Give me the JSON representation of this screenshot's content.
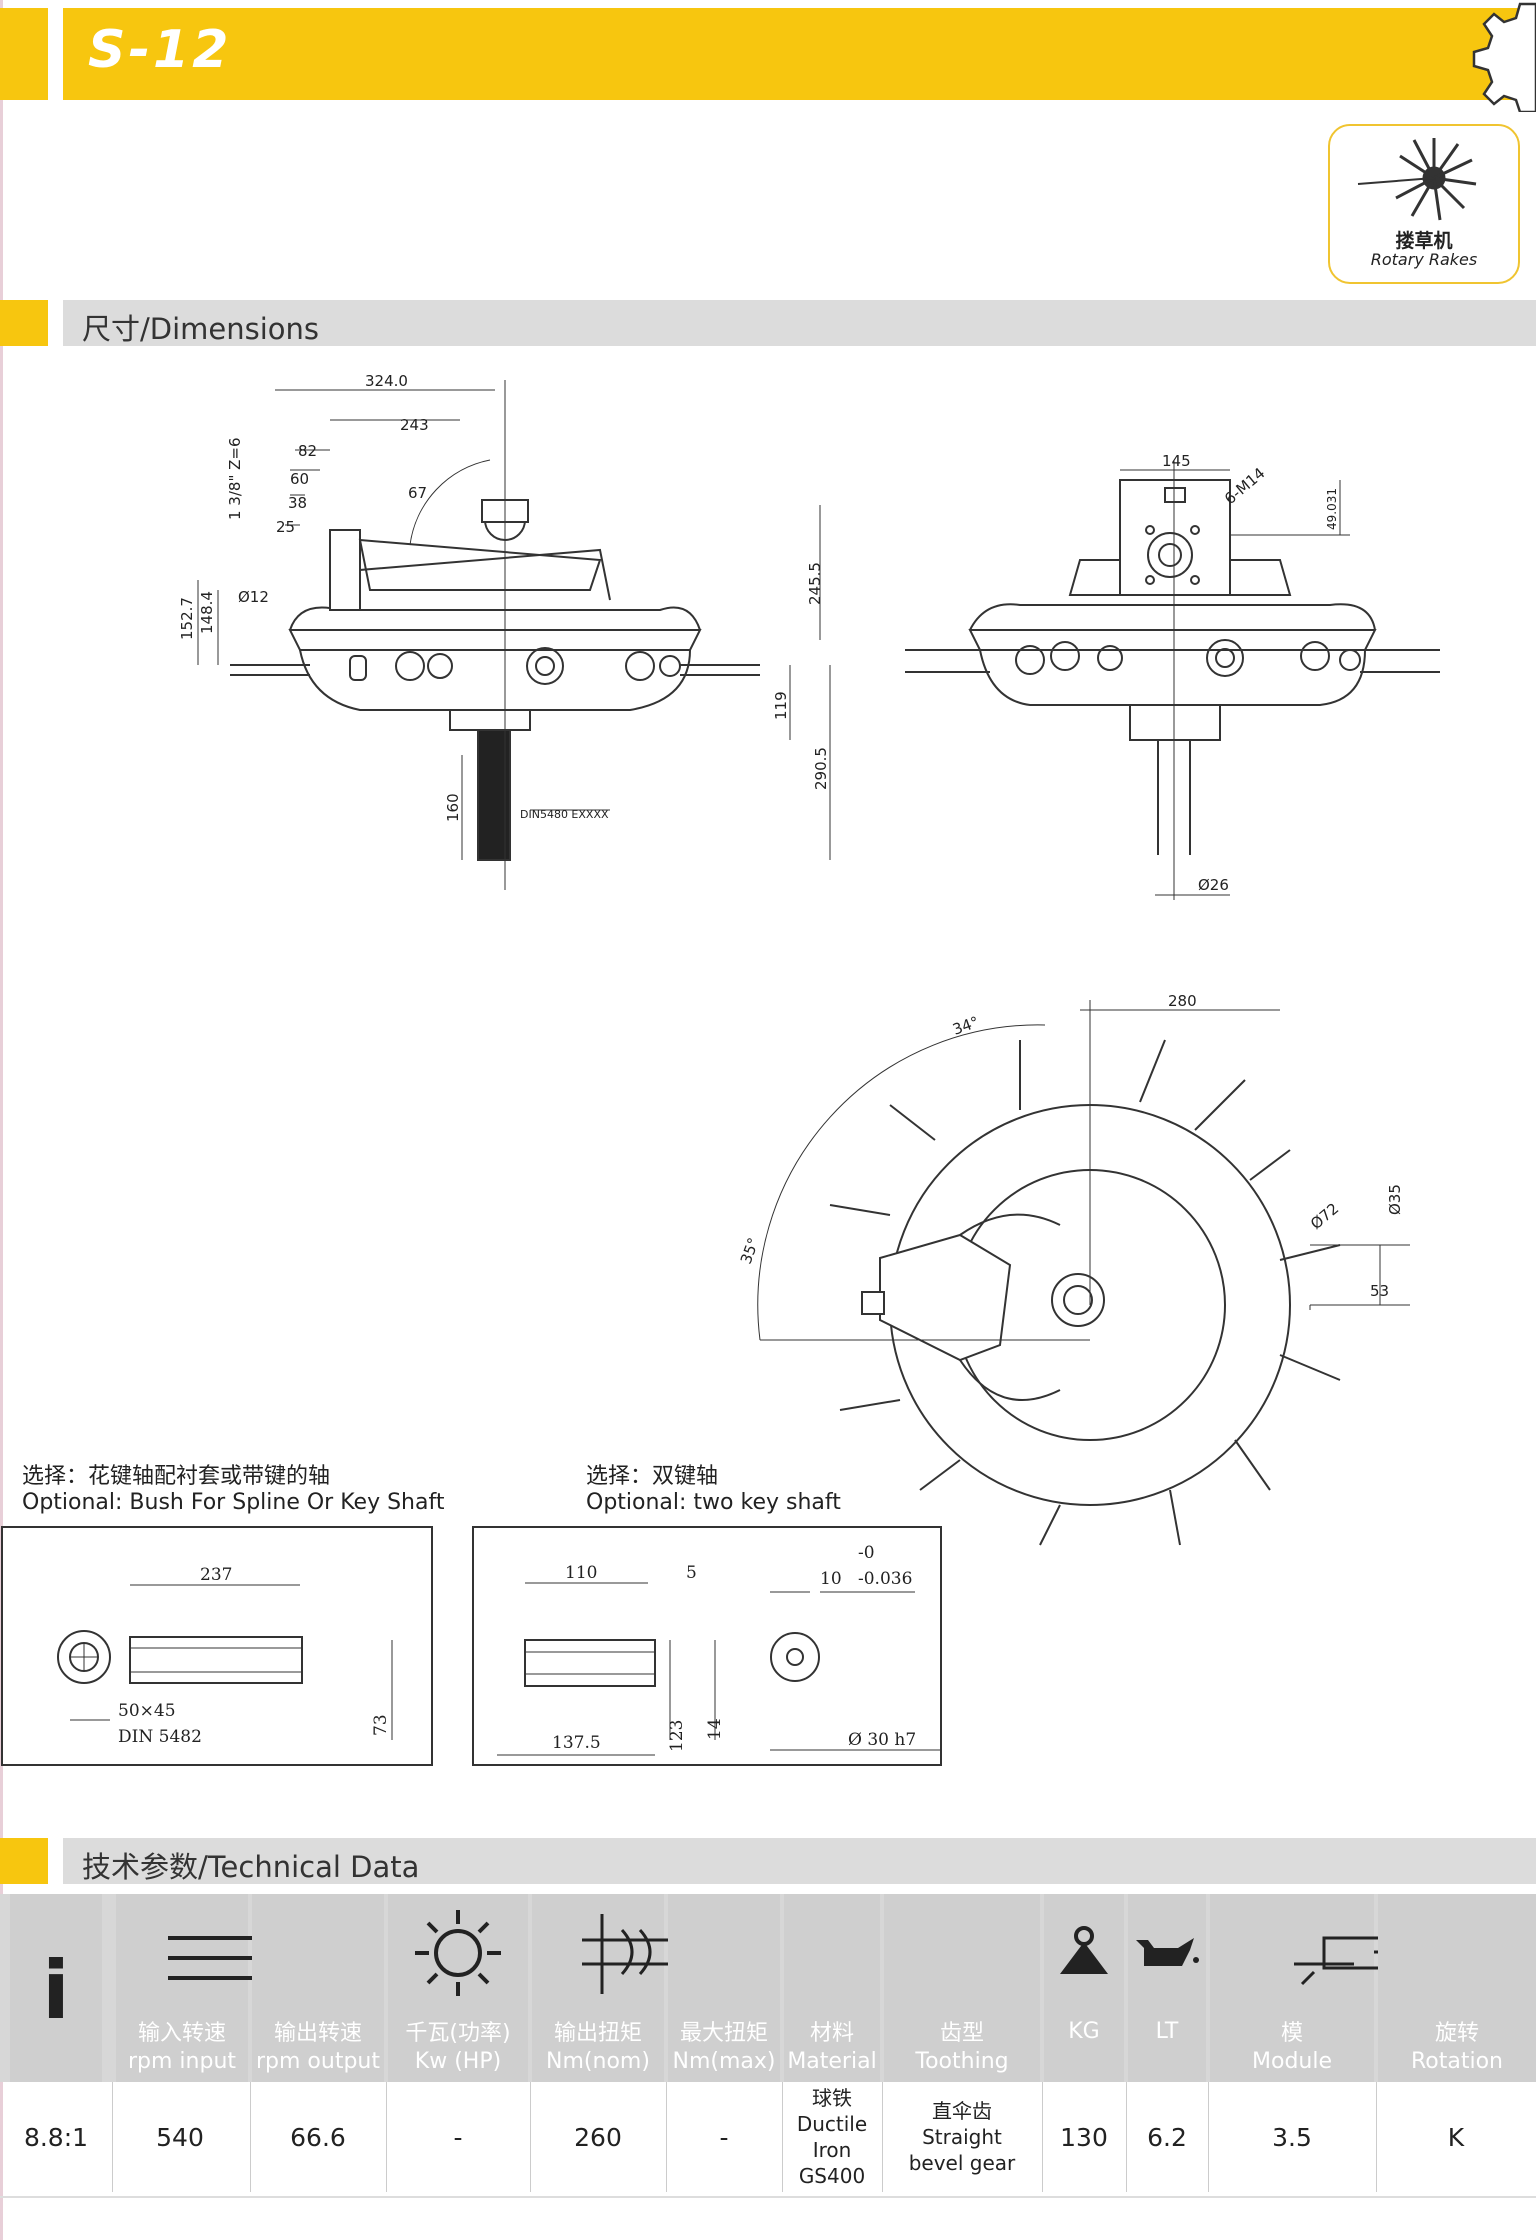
{
  "header": {
    "title": "S-12"
  },
  "logo": {
    "zh": "搂草机",
    "en": "Rotary Rakes"
  },
  "sections": {
    "dimensions": "尺寸/Dimensions",
    "technical": "技术参数/Technical Data"
  },
  "dims": {
    "side": {
      "width": "324.0",
      "d243": "243",
      "d82": "82",
      "d60": "60",
      "d38": "38",
      "d25": "25",
      "angle": "67",
      "thread": "1 3/8\" Z=6",
      "d12": "Ø12",
      "h152": "152.7",
      "h148": "148.4",
      "h245": "245.5",
      "h119": "119",
      "h290": "290.5",
      "h160": "160",
      "spline": "DIN5480 EXXXX"
    },
    "front": {
      "w145": "145",
      "bolts": "6-M14",
      "h49": "49.031",
      "d26": "Ø26"
    },
    "top": {
      "w280": "280",
      "a34": "34°",
      "a35": "35°",
      "d72": "Ø72",
      "d35": "Ø35",
      "d53": "53"
    }
  },
  "options": {
    "left": {
      "zh": "选择：花键轴配衬套或带键的轴",
      "en": "Optional: Bush For Spline Or Key Shaft",
      "len": "237",
      "spline": "50×45",
      "din": "DIN 5482",
      "h73": "73"
    },
    "right": {
      "zh": "选择：双键轴",
      "en": "Optional: two key shaft",
      "len110": "110",
      "d5": "5",
      "w10": "10",
      "tolTop": "-0",
      "tolBot": "-0.036",
      "len137": "137.5",
      "d123": "123",
      "d14": "14",
      "dia": "Ø 30 h7"
    }
  },
  "table": {
    "ratio_symbol": "i",
    "headers": [
      {
        "zh": "输入转速",
        "en": "rpm input"
      },
      {
        "zh": "输出转速",
        "en": "rpm output"
      },
      {
        "zh": "千瓦(功率)",
        "en": "Kw (HP)"
      },
      {
        "zh": "输出扭矩",
        "en": "Nm(nom)"
      },
      {
        "zh": "最大扭矩",
        "en": "Nm(max)"
      },
      {
        "zh": "材料",
        "en": "Material"
      },
      {
        "zh": "齿型",
        "en": "Toothing"
      },
      {
        "zh": "",
        "en": "KG"
      },
      {
        "zh": "",
        "en": "LT"
      },
      {
        "zh": "模",
        "en": "Module"
      },
      {
        "zh": "旋转",
        "en": "Rotation"
      }
    ],
    "values": {
      "ratio": "8.8:1",
      "rpm_in": "540",
      "rpm_out": "66.6",
      "kw": "-",
      "nm_nom": "260",
      "nm_max": "-",
      "material_zh": "球铁",
      "material_en1": "Ductile Iron",
      "material_en2": "GS400",
      "tooth_zh": "直伞齿",
      "tooth_en1": "Straight",
      "tooth_en2": "bevel gear",
      "kg": "130",
      "lt": "6.2",
      "module": "3.5",
      "rotation": "K"
    }
  },
  "colors": {
    "accent": "#f7c60f",
    "section_bar": "#dcdcdc",
    "header_cell": "#cfcfcf"
  }
}
